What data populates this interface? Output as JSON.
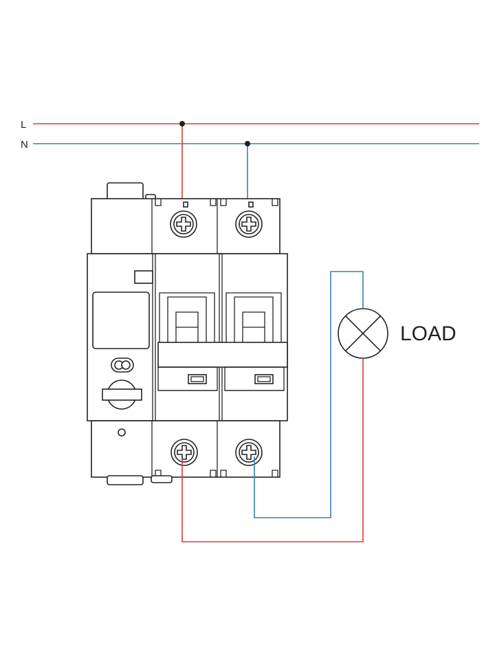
{
  "lines": {
    "live": {
      "label": "L",
      "color": "#e0393e"
    },
    "neutral": {
      "label": "N",
      "color": "#3a7fb5"
    }
  },
  "load": {
    "label": "LOAD"
  },
  "colors": {
    "outline": "#222222",
    "background": "#ffffff"
  },
  "icons": [
    "terminal-screw-icon",
    "lamp-icon",
    "junction-dot-icon"
  ]
}
